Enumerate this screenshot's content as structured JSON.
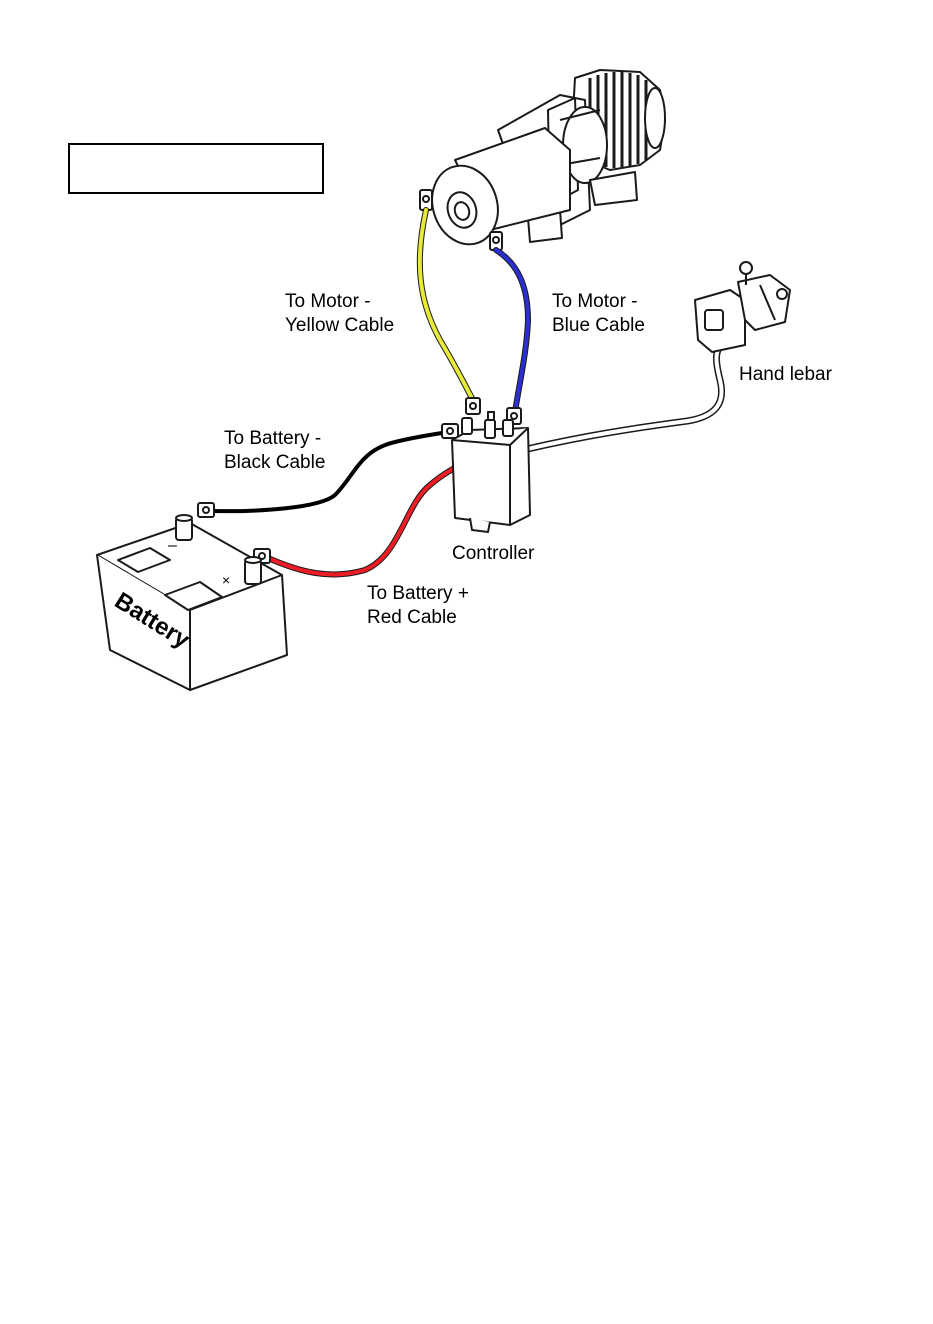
{
  "labels": {
    "motor_yellow": [
      "To Motor -",
      "Yellow Cable"
    ],
    "motor_blue": [
      "To Motor -",
      "Blue Cable"
    ],
    "battery_black": [
      "To Battery -",
      "Black Cable"
    ],
    "battery_red": [
      "To Battery +",
      "Red Cable"
    ],
    "controller": "Controller",
    "handlebar": "Hand lebar"
  },
  "battery": {
    "name": "Battery",
    "minus_mark": "–",
    "plus_mark": "×"
  },
  "colors": {
    "yellow_cable": "#e8ea3a",
    "blue_cable": "#2c2fd0",
    "black_cable": "#000000",
    "red_cable": "#ee1c24",
    "line": "#1a1a1a"
  }
}
